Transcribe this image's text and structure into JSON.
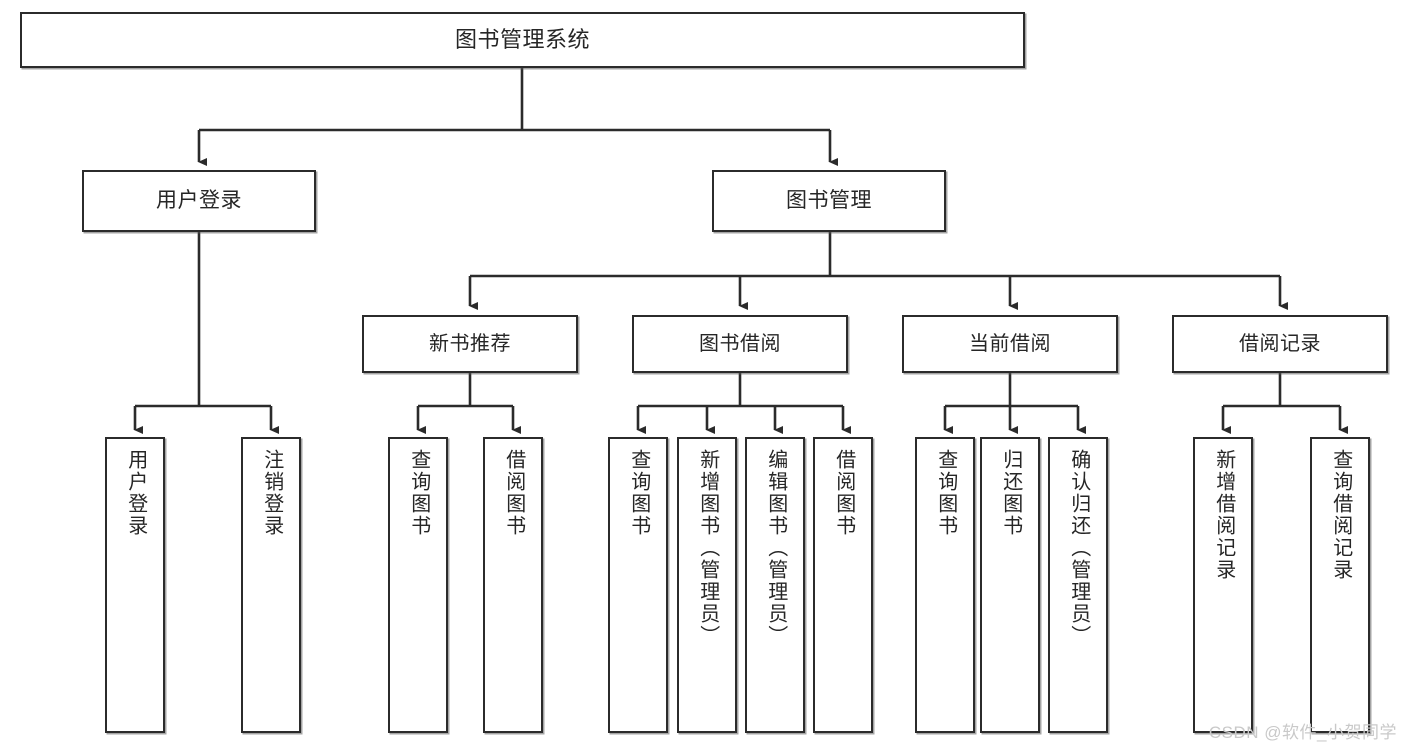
{
  "diagram": {
    "type": "tree-hierarchy",
    "title": "图书管理系统",
    "watermark": "CSDN @软件_小贺同学",
    "colors": {
      "stroke": "#2b2b2b",
      "box_fill": "#ffffff",
      "text": "#262626",
      "watermark": "#c9c9c9",
      "background": "#ffffff"
    },
    "root": {
      "id": "root",
      "label": "图书管理系统",
      "level": 1
    },
    "level2": [
      {
        "id": "user-login",
        "label": "用户登录",
        "level": 2
      },
      {
        "id": "book-management",
        "label": "图书管理",
        "level": 2
      }
    ],
    "level3": [
      {
        "id": "new-book-recommend",
        "label": "新书推荐",
        "level": 3,
        "parent": "book-management"
      },
      {
        "id": "book-borrow",
        "label": "图书借阅",
        "level": 3,
        "parent": "book-management"
      },
      {
        "id": "current-borrow",
        "label": "当前借阅",
        "level": 3,
        "parent": "book-management"
      },
      {
        "id": "borrow-record",
        "label": "借阅记录",
        "level": 3,
        "parent": "book-management"
      }
    ],
    "leaves": [
      {
        "id": "leaf-user-login",
        "label": "用户登录",
        "parent": "user-login"
      },
      {
        "id": "leaf-user-logout",
        "label": "注销登录",
        "parent": "user-login"
      },
      {
        "id": "leaf-query-book-1",
        "label": "查询图书",
        "parent": "new-book-recommend"
      },
      {
        "id": "leaf-borrow-book-1",
        "label": "借阅图书",
        "parent": "new-book-recommend"
      },
      {
        "id": "leaf-query-book-2",
        "label": "查询图书",
        "parent": "book-borrow"
      },
      {
        "id": "leaf-add-book",
        "label": "新增图书（管理员）",
        "parent": "book-borrow"
      },
      {
        "id": "leaf-edit-book",
        "label": "编辑图书（管理员）",
        "parent": "book-borrow"
      },
      {
        "id": "leaf-borrow-book-2",
        "label": "借阅图书",
        "parent": "book-borrow"
      },
      {
        "id": "leaf-query-book-3",
        "label": "查询图书",
        "parent": "current-borrow"
      },
      {
        "id": "leaf-return-book",
        "label": "归还图书",
        "parent": "current-borrow"
      },
      {
        "id": "leaf-confirm-return",
        "label": "确认归还（管理员）",
        "parent": "current-borrow"
      },
      {
        "id": "leaf-add-record",
        "label": "新增借阅记录",
        "parent": "borrow-record"
      },
      {
        "id": "leaf-query-record",
        "label": "查询借阅记录",
        "parent": "borrow-record"
      }
    ]
  }
}
